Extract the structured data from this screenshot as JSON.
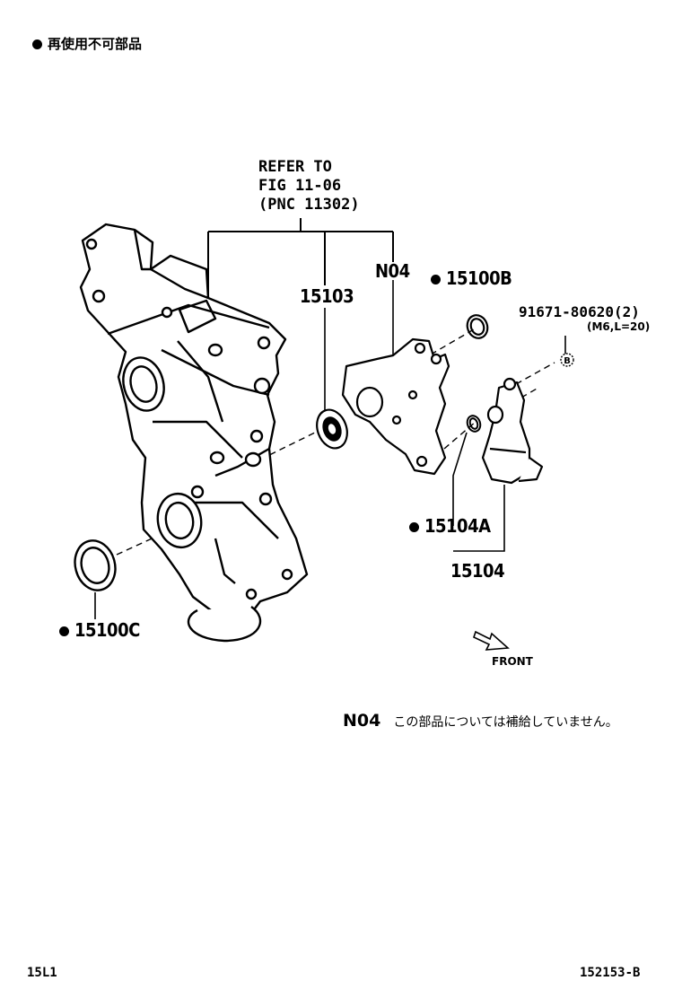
{
  "legend": {
    "text": "再使用不可部品"
  },
  "reference": {
    "text": "REFER TO\nFIG 11-06\n(PNC 11302)"
  },
  "parts": {
    "p15103": "15103",
    "n04": "N04",
    "p15100b": "15100B",
    "bolt_number": "91671-80620(2)",
    "bolt_spec": "(M6,L=20)",
    "bolt_marker": "B",
    "p15104a": "15104A",
    "p15104": "15104",
    "p15100c": "15100C"
  },
  "front_label": "FRONT",
  "note": {
    "code": "N04",
    "text": "この部品については補給していません。"
  },
  "footer": {
    "left": "15L1",
    "right": "152153-B"
  }
}
